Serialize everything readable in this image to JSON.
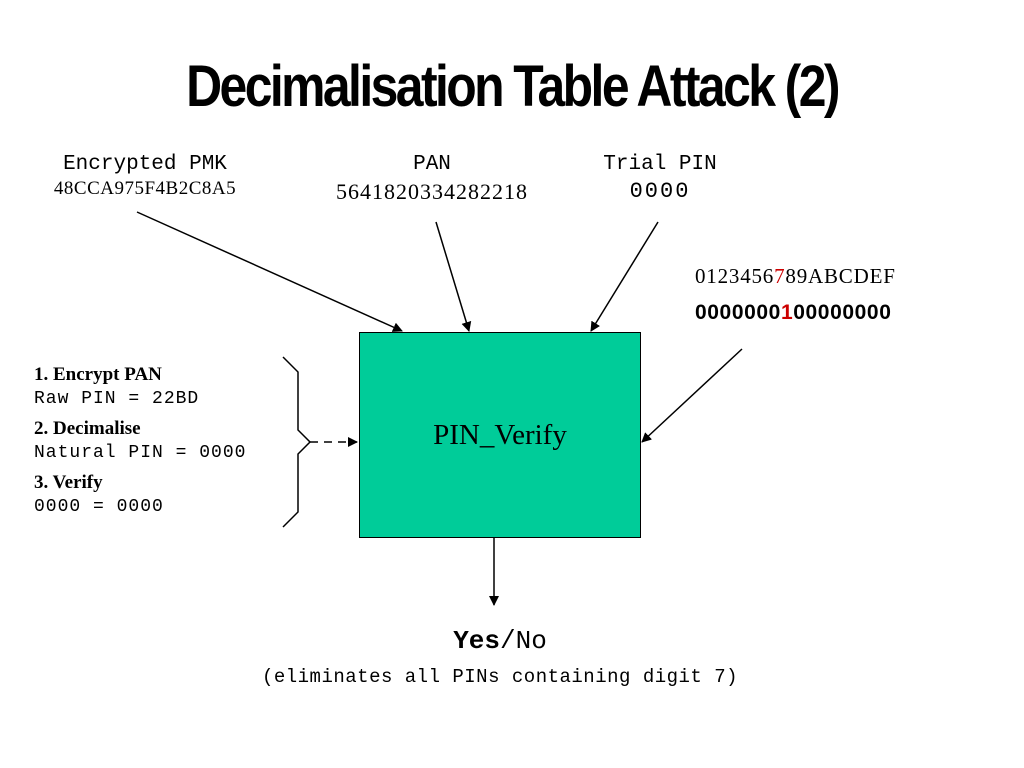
{
  "slide": {
    "title": "Decimalisation Table Attack (2)"
  },
  "inputs": {
    "pmk_label": "Encrypted PMK",
    "pmk_value": "48CCA975F4B2C8A5",
    "pan_label": "PAN",
    "pan_value": "5641820334282218",
    "trial_label": "Trial PIN",
    "trial_value": "0000"
  },
  "dectable": {
    "hex_before": "0123456",
    "hex_hi": "7",
    "hex_after": "89ABCDEF",
    "dec_before": "0000000",
    "dec_hi": "1",
    "dec_after": "00000000",
    "highlight_color": "#cc0000"
  },
  "box": {
    "label": "PIN_Verify",
    "fill": "#00cc99"
  },
  "steps": [
    {
      "heading": "1. Encrypt PAN",
      "value": "Raw PIN = 22BD"
    },
    {
      "heading": "2. Decimalise",
      "value": "Natural PIN = 0000"
    },
    {
      "heading": "3. Verify",
      "value": "0000 = 0000"
    }
  ],
  "result": {
    "yes": "Yes",
    "rest": "/No",
    "note": "(eliminates all PINs containing digit 7)"
  }
}
